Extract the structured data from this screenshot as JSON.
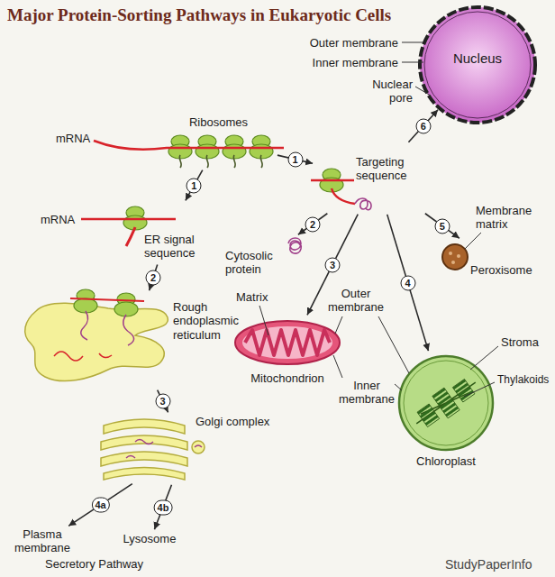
{
  "diagram": {
    "title": "Major Protein-Sorting Pathways in Eukaryotic Cells",
    "nodes": [
      {
        "text": [
          "Nucleus"
        ]
      },
      {
        "text": [
          "Ribosomes"
        ]
      },
      {
        "text": [
          "ER signal sequence"
        ]
      },
      {
        "text": [
          "Rough endoplasmic reticulum"
        ]
      },
      {
        "text": [
          "Golgi complex"
        ]
      },
      {
        "text": [
          "Plasma membrane"
        ]
      },
      {
        "text": [
          "Lysosome"
        ]
      },
      {
        "text": [
          "Targeting sequence"
        ]
      },
      {
        "text": [
          "Cytosolic protein"
        ]
      },
      {
        "text": [
          "Mitochondrion"
        ]
      },
      {
        "text": [
          "Chloroplast"
        ]
      },
      {
        "text": [
          "Peroxisome"
        ]
      }
    ],
    "edges": [
      {
        "from": 1,
        "to": 2,
        "arrow": "to",
        "label": "1"
      },
      {
        "from": 2,
        "to": 3,
        "arrow": "to",
        "label": "2"
      },
      {
        "from": 3,
        "to": 4,
        "arrow": "to",
        "label": "3"
      },
      {
        "from": 4,
        "to": 5,
        "arrow": "to",
        "label": "4a"
      },
      {
        "from": 4,
        "to": 6,
        "arrow": "to",
        "label": "4b"
      },
      {
        "from": 1,
        "to": 7,
        "arrow": "to",
        "label": "1"
      },
      {
        "from": 7,
        "to": 8,
        "arrow": "to",
        "label": "2"
      },
      {
        "from": 7,
        "to": 9,
        "arrow": "to",
        "label": "3"
      },
      {
        "from": 7,
        "to": 10,
        "arrow": "to",
        "label": "4"
      },
      {
        "from": 7,
        "to": 11,
        "arrow": "to",
        "label": "5"
      },
      {
        "from": 7,
        "to": 0,
        "arrow": "to",
        "label": "6"
      }
    ],
    "labels": [
      "Outer membrane",
      "Inner membrane",
      "Nuclear pore",
      "mRNA",
      "mRNA",
      "Membrane matrix",
      "Matrix",
      "Outer membrane",
      "Inner membrane",
      "Stroma",
      "Thylakoids",
      "Secretory Pathway",
      "StudyPaperInfo"
    ]
  }
}
